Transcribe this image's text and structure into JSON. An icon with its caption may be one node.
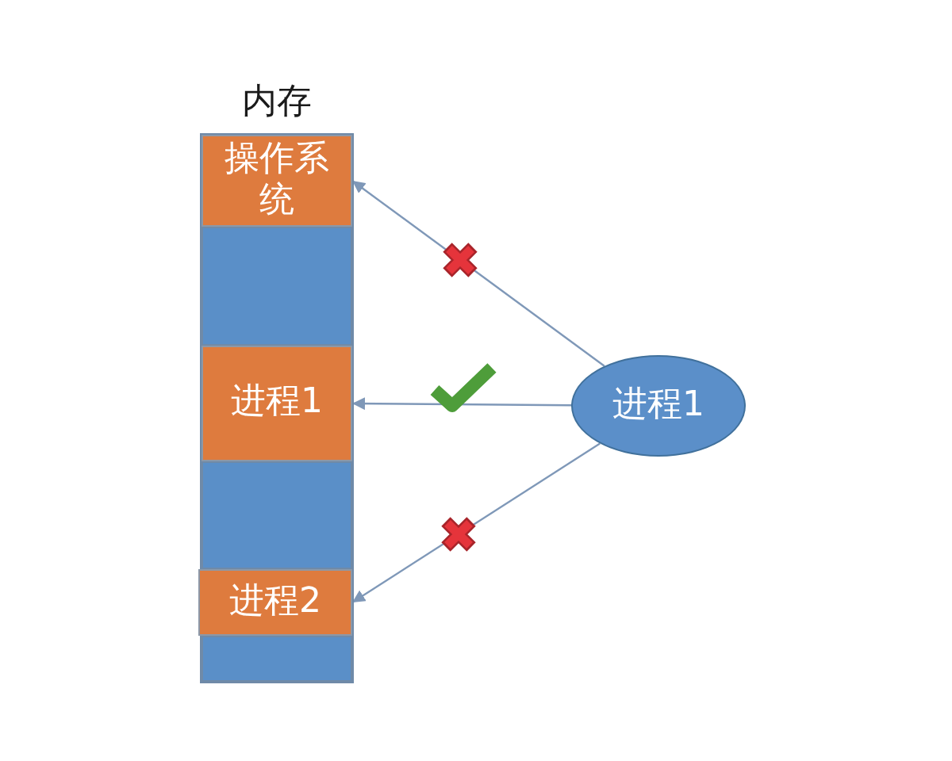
{
  "diagram": {
    "nodes": [
      {
        "text": [
          "内存"
        ]
      },
      {
        "text": [
          "操作系统"
        ],
        "in": 0
      },
      {
        "text": [],
        "shape": "box",
        "in": 0
      },
      {
        "text": [
          "进程1"
        ],
        "in": 0
      },
      {
        "text": [],
        "shape": "box",
        "in": 0
      },
      {
        "text": [
          "进程2"
        ],
        "in": 0
      },
      {
        "text": [],
        "shape": "box",
        "in": 0
      },
      {
        "text": [
          "进程1"
        ]
      }
    ],
    "edges": [
      {
        "from": 7,
        "to": 1,
        "arrow": "to"
      },
      {
        "from": 7,
        "to": 3,
        "arrow": "to"
      },
      {
        "from": 7,
        "to": 5,
        "arrow": "to"
      }
    ]
  }
}
